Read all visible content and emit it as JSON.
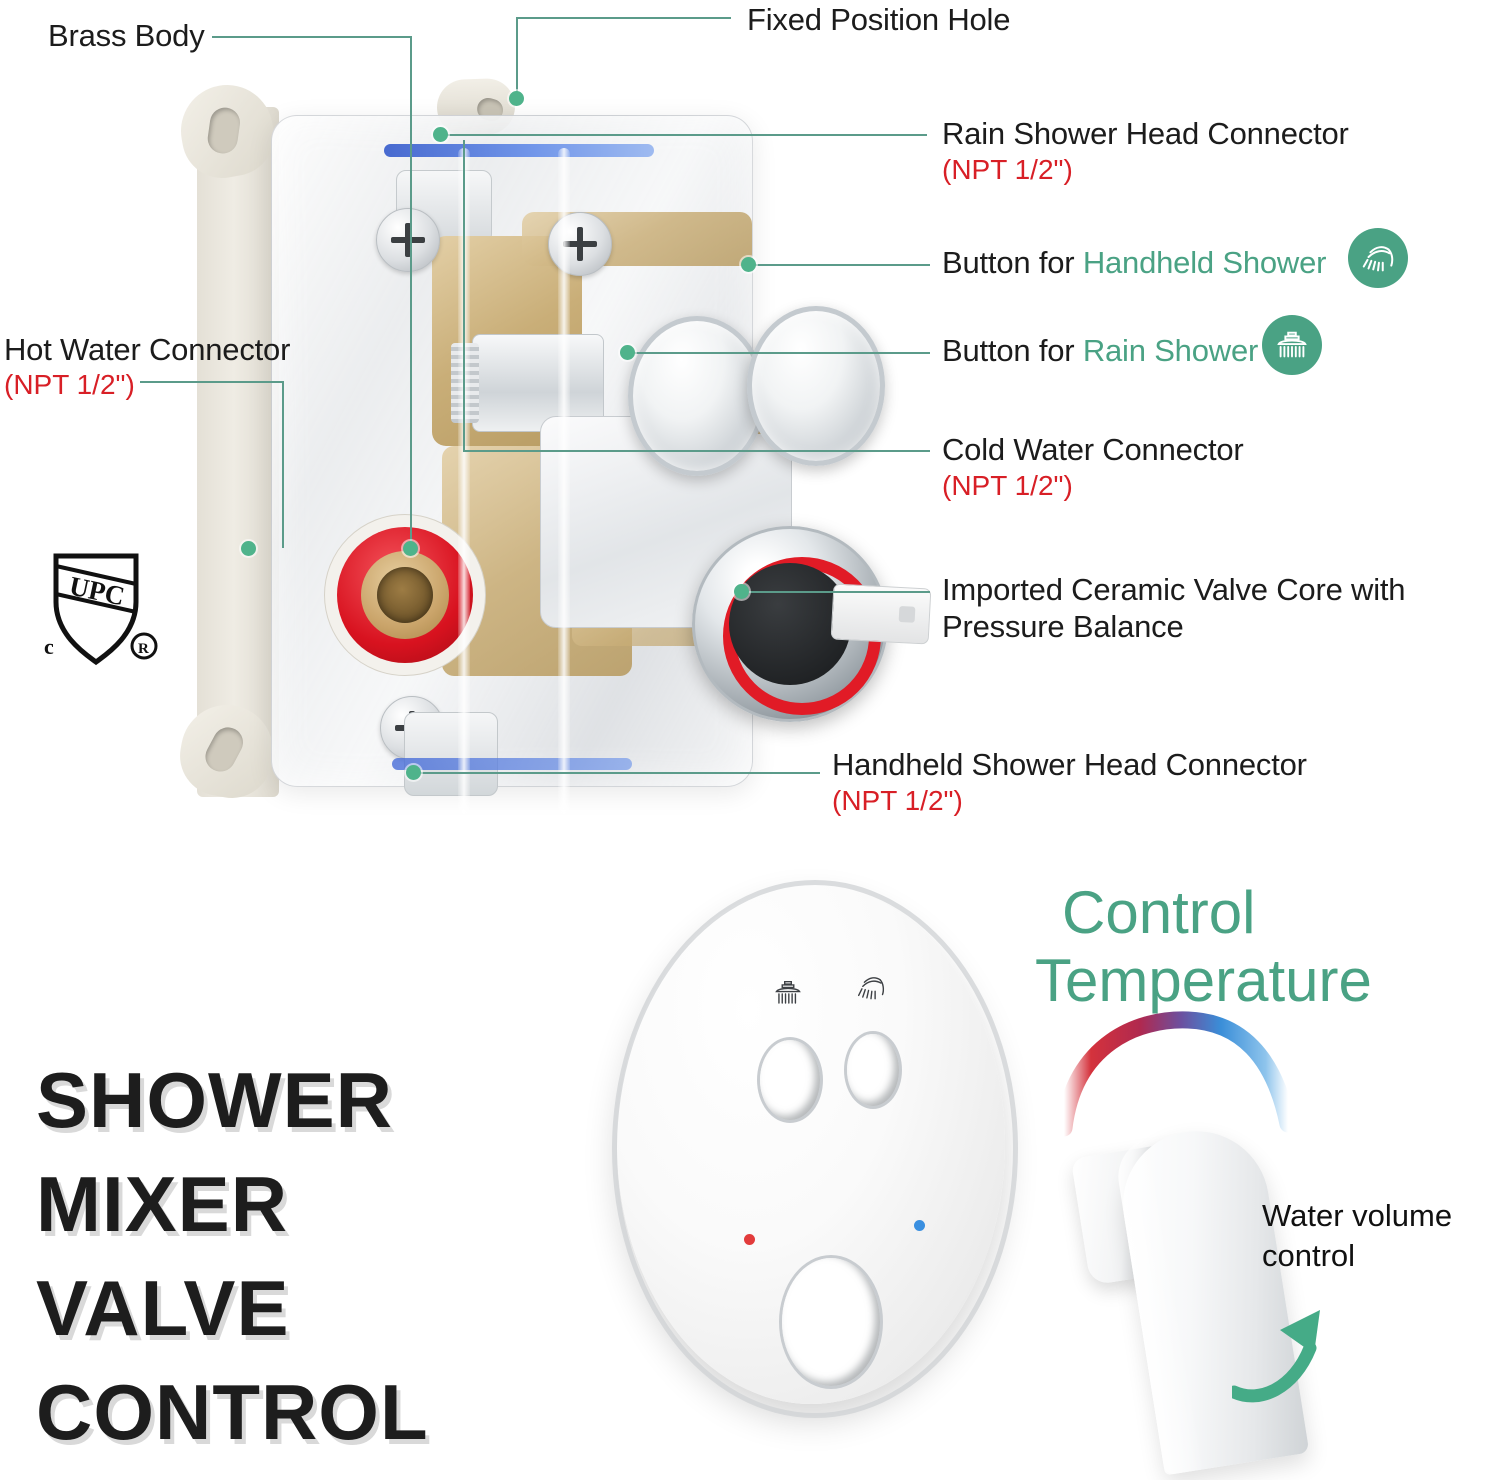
{
  "colors": {
    "accent_green": "#4aa284",
    "leader_line": "#5b9b8a",
    "marker_dot": "#4fb38b",
    "red_spec": "#d81f26",
    "hot_indicator": "#e23b3b",
    "cold_indicator": "#3a8fe0",
    "title_text": "#1d1d1d",
    "title_shadow": "#d9d9d9"
  },
  "diagram": {
    "callouts": [
      {
        "id": "brass-body",
        "label": "Brass Body",
        "spec": ""
      },
      {
        "id": "fixed-position-hole",
        "label": "Fixed Position Hole",
        "spec": ""
      },
      {
        "id": "rain-shower-head-connector",
        "label": "Rain Shower Head Connector",
        "spec": "(NPT 1/2\")"
      },
      {
        "id": "button-handheld-shower",
        "label": "Button for ",
        "highlight": "Handheld Shower",
        "spec": "",
        "icon": "handheld-shower-icon"
      },
      {
        "id": "button-rain-shower",
        "label": "Button for ",
        "highlight": "Rain Shower",
        "spec": "",
        "icon": "rain-shower-icon"
      },
      {
        "id": "cold-water-connector",
        "label": "Cold Water Connector",
        "spec": "(NPT 1/2\")"
      },
      {
        "id": "hot-water-connector",
        "label": "Hot Water Connector",
        "spec": "(NPT 1/2\")"
      },
      {
        "id": "ceramic-valve-core",
        "label_line1": "Imported Ceramic Valve Core with",
        "label_line2": "Pressure Balance",
        "spec": ""
      },
      {
        "id": "handheld-shower-head-connector",
        "label": "Handheld Shower Head Connector",
        "spec": "(NPT 1/2\")"
      }
    ],
    "certification": {
      "name": "upc-shield-logo",
      "mark": "UPC",
      "prefix": "c",
      "suffix": "®"
    }
  },
  "hero": {
    "title_line1": "SHOWER MIXER",
    "title_line2": "VALVE CONTROL"
  },
  "features": {
    "control_temperature": {
      "line1": "Control",
      "line2": "Temperature"
    },
    "water_volume": {
      "line1": "Water volume",
      "line2": "control"
    }
  },
  "trim_plate": {
    "icons": [
      "rain-shower-icon",
      "handheld-shower-icon"
    ],
    "indicators": {
      "hot": "red-hot-dot",
      "cold": "blue-cold-dot"
    }
  }
}
